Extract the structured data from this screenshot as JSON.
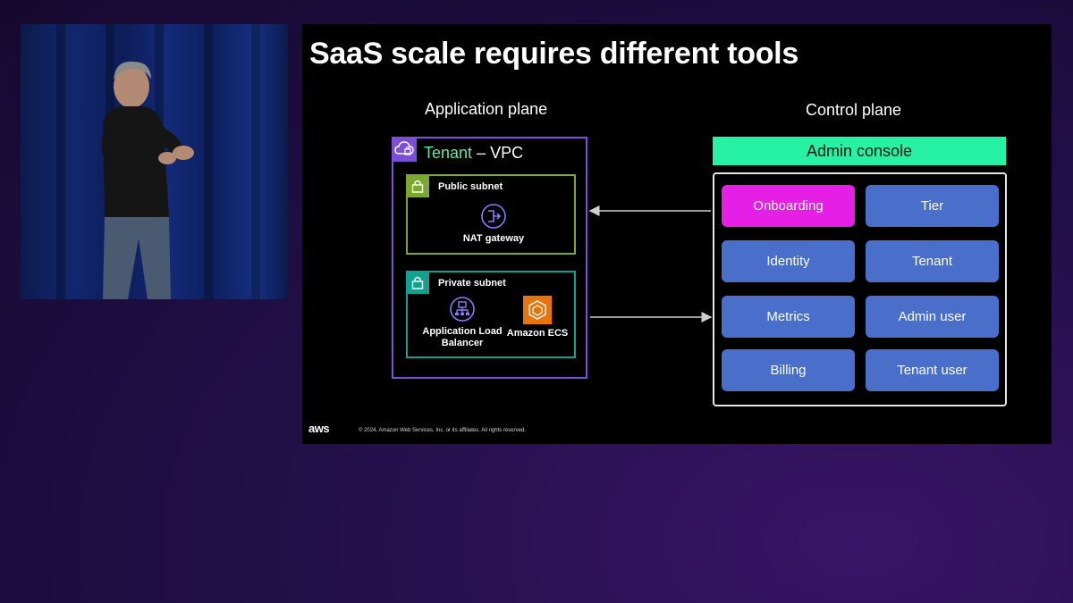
{
  "slide": {
    "title": "SaaS scale requires different tools",
    "application_plane": {
      "heading": "Application plane",
      "vpc": {
        "tenant_label": "Tenant",
        "suffix_label": "– VPC",
        "public_subnet": {
          "label": "Public subnet",
          "services": [
            "NAT gateway"
          ]
        },
        "private_subnet": {
          "label": "Private subnet",
          "services": [
            "Application Load Balancer",
            "Amazon ECS"
          ]
        }
      }
    },
    "control_plane": {
      "heading": "Control plane",
      "admin_console": "Admin console",
      "buttons": [
        "Onboarding",
        "Tier",
        "Identity",
        "Tenant",
        "Metrics",
        "Admin user",
        "Billing",
        "Tenant user"
      ],
      "active_button": "Onboarding"
    },
    "footer": {
      "logo": "aws",
      "copyright": "© 2024, Amazon Web Services, Inc. or its affiliates. All rights reserved."
    }
  },
  "colors": {
    "vpc_border": "#7d4fd6",
    "tenant_text": "#5ee6a3",
    "public_subnet": "#7da82f",
    "private_subnet": "#14a08e",
    "admin_console": "#26f1a4",
    "button": "#4a6fcb",
    "button_active": "#e51fe6",
    "ecs_orange": "#e8740c"
  },
  "icons": [
    "cloud-lock-icon",
    "lock-icon",
    "nat-gateway-icon",
    "load-balancer-icon",
    "ecs-icon"
  ]
}
